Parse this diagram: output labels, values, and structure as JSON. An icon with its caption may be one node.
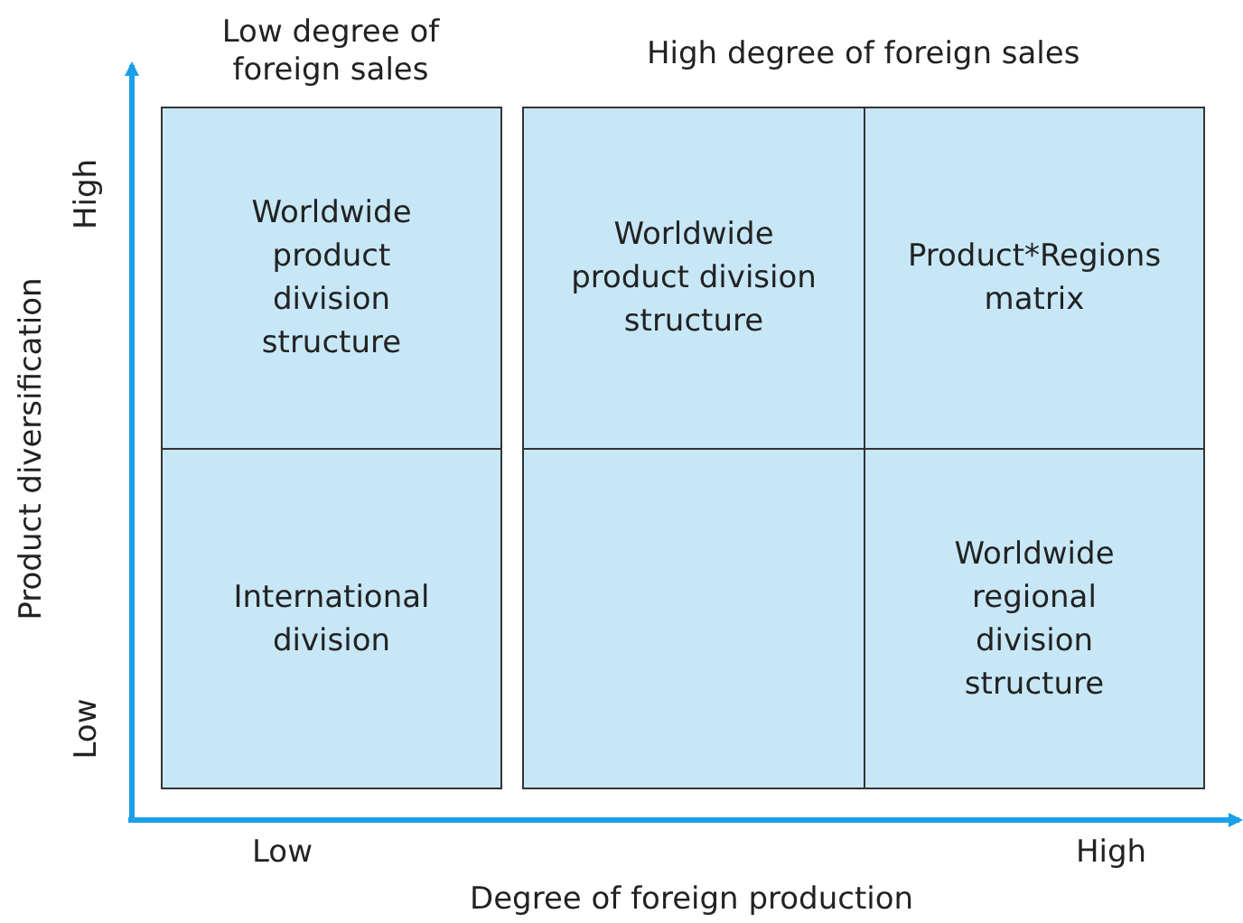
{
  "diagram": {
    "nodes": [
      {
        "text": [
          "Worldwide product division structure"
        ]
      },
      {
        "text": [
          "Worldwide product division structure"
        ]
      },
      {
        "text": [
          "Product*Regions matrix"
        ]
      },
      {
        "text": [
          "International division"
        ]
      },
      {
        "text": [],
        "shape": "box"
      },
      {
        "text": [
          "Worldwide regional division structure"
        ]
      }
    ],
    "edges": [],
    "labels": [
      "Low degree of foreign sales",
      "High degree of foreign sales",
      "High",
      "Product diversification",
      "Low",
      "Low",
      "High",
      "Degree of foreign production"
    ]
  }
}
